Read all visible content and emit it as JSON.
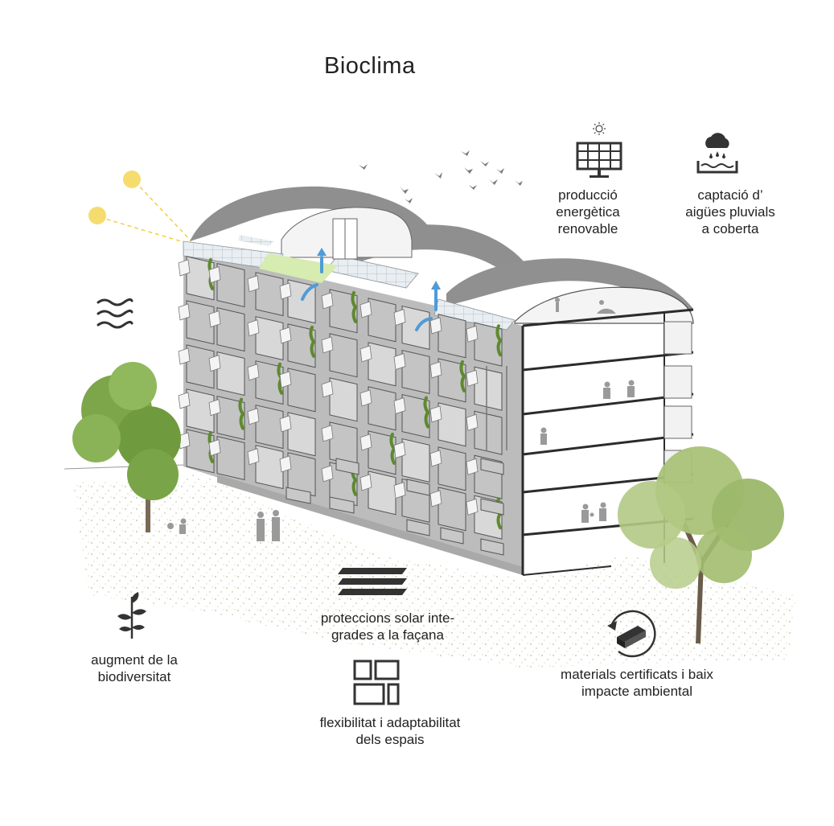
{
  "title": "Bioclima",
  "labels": {
    "solar_energy": [
      "producció",
      "energètica",
      "renovable"
    ],
    "rainwater": [
      "captació d’",
      "aigües pluvials",
      "a coberta"
    ],
    "solar_protection": [
      "proteccions solar inte-",
      "grades a la façana"
    ],
    "biodiversity": [
      "augment de la",
      "biodiversitat"
    ],
    "flexibility": [
      "flexibilitat  i adaptabilitat",
      "dels espais"
    ],
    "materials": [
      "materials certificats i baix",
      "impacte ambiental"
    ]
  },
  "icons": {
    "solar_energy": "solar-panel-icon",
    "rainwater": "rain-collection-icon",
    "solar_protection": "solar-louvers-icon",
    "biodiversity": "plant-sprout-icon",
    "flexibility": "flexible-spaces-icon",
    "materials": "recycled-material-icon",
    "ventilation": "wind-icon",
    "sun": "sun-icon"
  },
  "colors": {
    "sun": "#f5dc6e",
    "building": "#b4b4b4",
    "building_dark": "#9a9a9a",
    "vault": "#8e8e8e",
    "air_arrow": "#4f9bd8",
    "greenery": "#5e8a2e",
    "roof_garden": "#d6ecb0",
    "ground_dots": "#b7b48a",
    "text": "#222222"
  }
}
